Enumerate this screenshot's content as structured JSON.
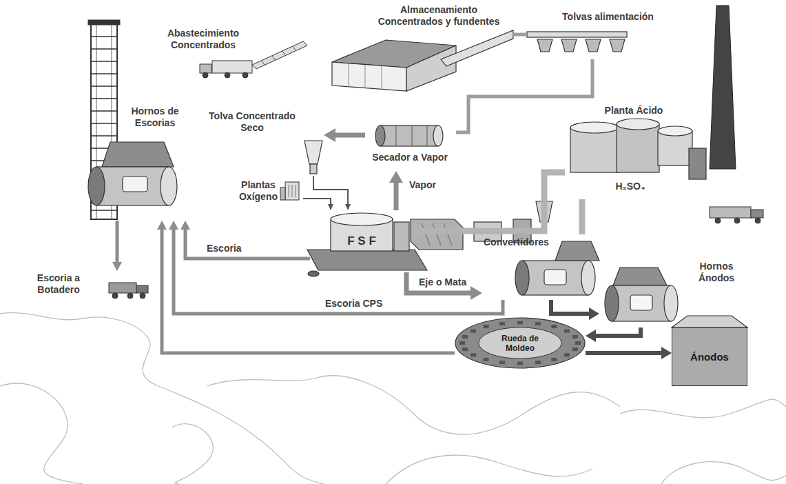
{
  "diagram": {
    "nodes": [
      {
        "text": [
          "Abastecimiento Concentrados"
        ]
      },
      {
        "text": [
          "Almacenamiento Concentrados y fundentes"
        ]
      },
      {
        "text": [
          "Tolvas alimentación"
        ]
      },
      {
        "text": [
          "Tolva Concentrado Seco"
        ]
      },
      {
        "text": [
          "Secador a Vapor"
        ]
      },
      {
        "text": [
          "Plantas Oxígeno"
        ]
      },
      {
        "text": [
          "F S F"
        ]
      },
      {
        "text": [
          "Planta Ácido",
          "H₂SO₄"
        ]
      },
      {
        "text": [
          "Hornos de Escorias"
        ]
      },
      {
        "text": [
          "Convertidores"
        ]
      },
      {
        "text": [
          "Hornos Ánodos"
        ]
      },
      {
        "text": [
          "Ánodos"
        ]
      },
      {
        "text": [
          "Rueda de Moldeo"
        ]
      },
      {
        "text": [
          "Escoria a Botadero"
        ]
      }
    ],
    "edges": [
      {
        "from": 1,
        "to": 2,
        "arrow": "none"
      },
      {
        "from": 2,
        "to": 4,
        "arrow": "none"
      },
      {
        "from": 4,
        "to": 3,
        "arrow": "to"
      },
      {
        "from": 6,
        "to": 4,
        "arrow": "to",
        "label": "Vapor"
      },
      {
        "from": 3,
        "to": 6,
        "arrow": "to"
      },
      {
        "from": 5,
        "to": 6,
        "arrow": "to"
      },
      {
        "from": 6,
        "to": 9,
        "arrow": "to",
        "label": "Eje o Mata"
      },
      {
        "from": 6,
        "to": 8,
        "arrow": "to",
        "label": "Escoria"
      },
      {
        "from": 9,
        "to": 8,
        "arrow": "to",
        "label": "Escoria CPS"
      },
      {
        "from": 9,
        "to": 10,
        "arrow": "to"
      },
      {
        "from": 10,
        "to": 12,
        "arrow": "to"
      },
      {
        "from": 12,
        "to": 11,
        "arrow": "to"
      },
      {
        "from": 12,
        "to": 8,
        "arrow": "to"
      },
      {
        "from": 8,
        "to": 13,
        "arrow": "to"
      },
      {
        "from": 6,
        "to": 7,
        "arrow": "none"
      },
      {
        "from": 9,
        "to": 7,
        "arrow": "none"
      }
    ]
  }
}
